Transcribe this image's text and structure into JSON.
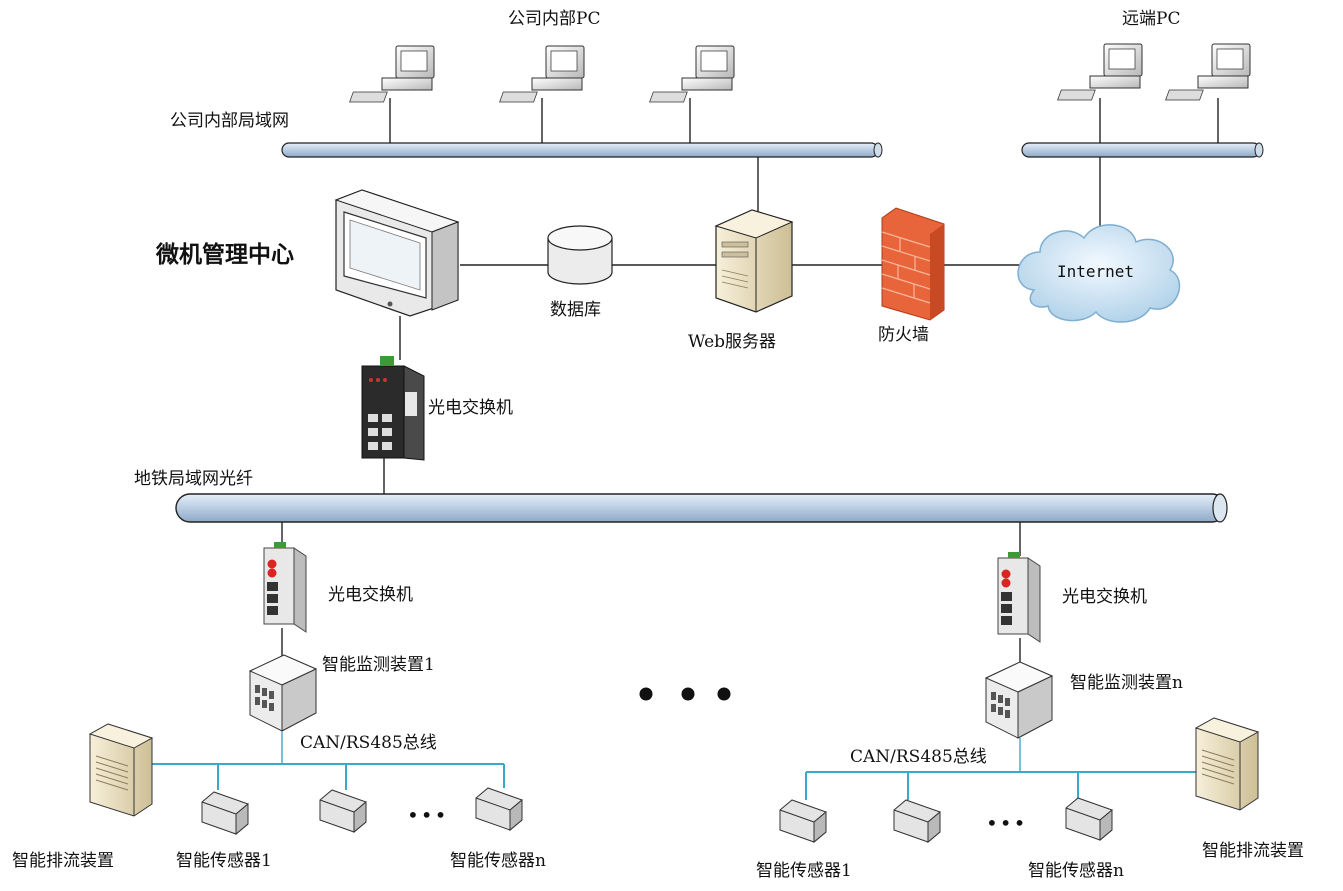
{
  "labels": {
    "internal_pc": "公司内部PC",
    "remote_pc": "远端PC",
    "internal_lan": "公司内部局域网",
    "control_center": "微机管理中心",
    "database": "数据库",
    "web_server": "Web服务器",
    "firewall": "防火墙",
    "internet": "Internet",
    "switch_main": "光电交换机",
    "metro_fiber": "地铁局域网光纤",
    "switch_left": "光电交换机",
    "switch_right": "光电交换机",
    "monitor_left": "智能监测装置1",
    "monitor_right": "智能监测装置n",
    "bus_left": "CAN/RS485总线",
    "bus_right": "CAN/RS485总线",
    "drain_left": "智能排流装置",
    "drain_right": "智能排流装置",
    "sensor_left_1": "智能传感器1",
    "sensor_left_n": "智能传感器n",
    "sensor_right_1": "智能传感器1",
    "sensor_right_n": "智能传感器n",
    "ellipsis_small": "•••"
  },
  "colors": {
    "pipe_fill": "#b9cde3",
    "pipe_stroke": "#222222",
    "bus_line": "#3aa8c9",
    "firewall": "#e8643a",
    "cloud": "#cfe6f5",
    "switch_dark": "#2b2b2b",
    "device_beige": "#efe3c4"
  },
  "icons": {
    "pc": "desktop-pc-icon",
    "monitor": "crt-monitor-icon",
    "database": "database-cylinder-icon",
    "server": "tower-server-icon",
    "firewall": "brick-firewall-icon",
    "cloud": "internet-cloud-icon",
    "switch": "optical-switch-icon",
    "box": "monitoring-box-icon",
    "sensor": "sensor-block-icon",
    "cabinet": "drain-cabinet-icon"
  }
}
